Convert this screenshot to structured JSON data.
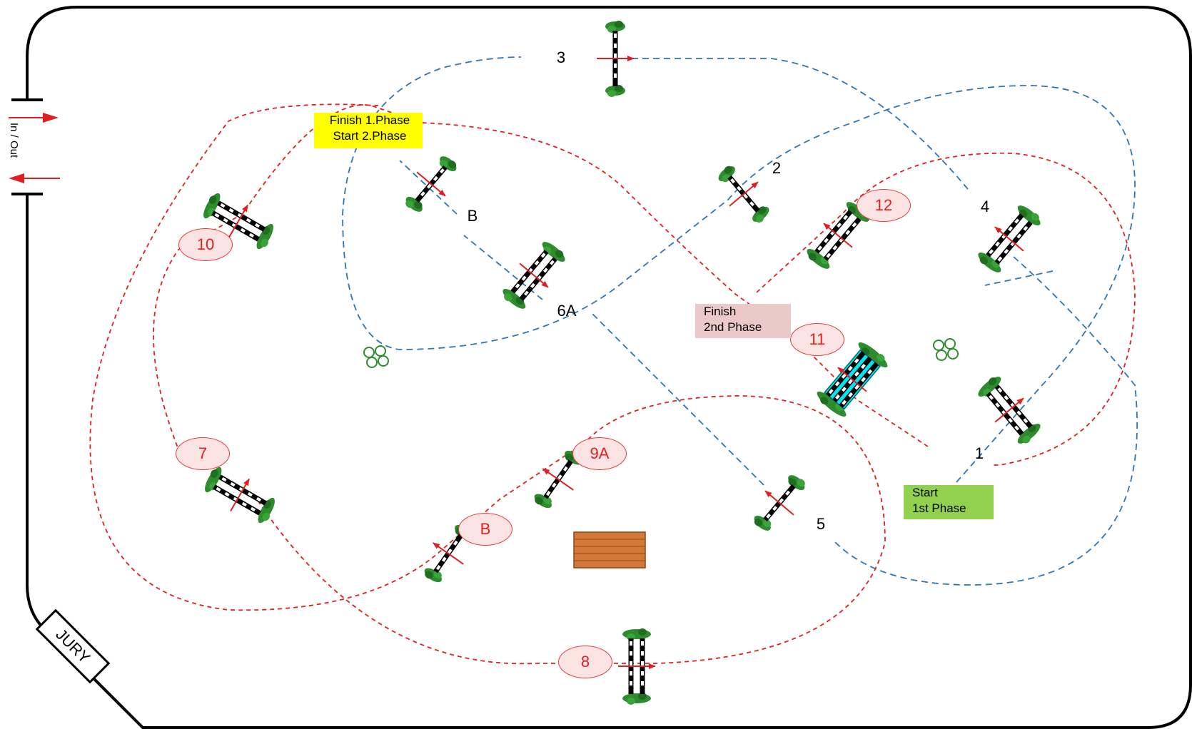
{
  "arena": {
    "jury_label": "JURY",
    "entrance_label": "In / Out"
  },
  "phase_boxes": {
    "finish1": {
      "line1": "Finish 1.Phase",
      "line2": "Start 2.Phase",
      "color": "#ffff00"
    },
    "finish2": {
      "line1": "Finish",
      "line2": "2nd Phase",
      "color": "#ecc9c9"
    },
    "start1": {
      "line1": "Start",
      "line2": "1st Phase",
      "color": "#92d050"
    }
  },
  "phase1_numbers": [
    "1",
    "2",
    "3",
    "4",
    "5",
    "6A",
    "B"
  ],
  "phase2_numbers": [
    "7",
    "8",
    "9A",
    "B",
    "10",
    "11",
    "12"
  ],
  "colors": {
    "phase1_route": "#2e75b6",
    "phase2_route": "#e02020",
    "number_fill": "#fbe3e3",
    "arrow": "#e02020",
    "foliage": "#2e8b2e",
    "water": "#00e5ee",
    "brick": "#d2793a"
  }
}
